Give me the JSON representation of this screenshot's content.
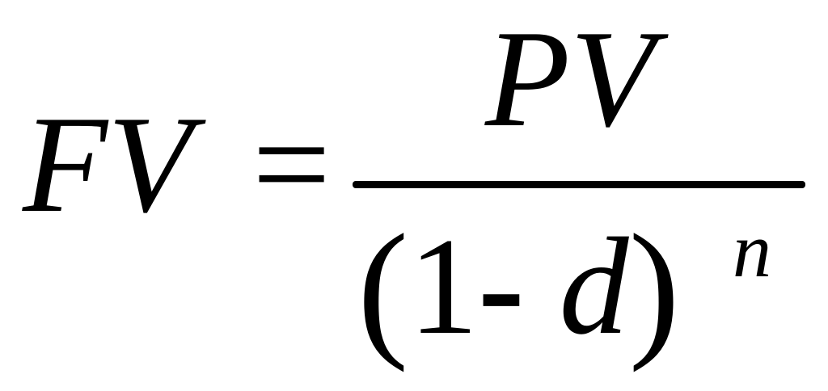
{
  "formula": {
    "lhs": "FV",
    "equals": "=",
    "numerator": "PV",
    "denominator": {
      "open_paren": "(",
      "one": "1",
      "minus": "-",
      "variable": "d",
      "close_paren": ")"
    },
    "exponent": "n"
  }
}
